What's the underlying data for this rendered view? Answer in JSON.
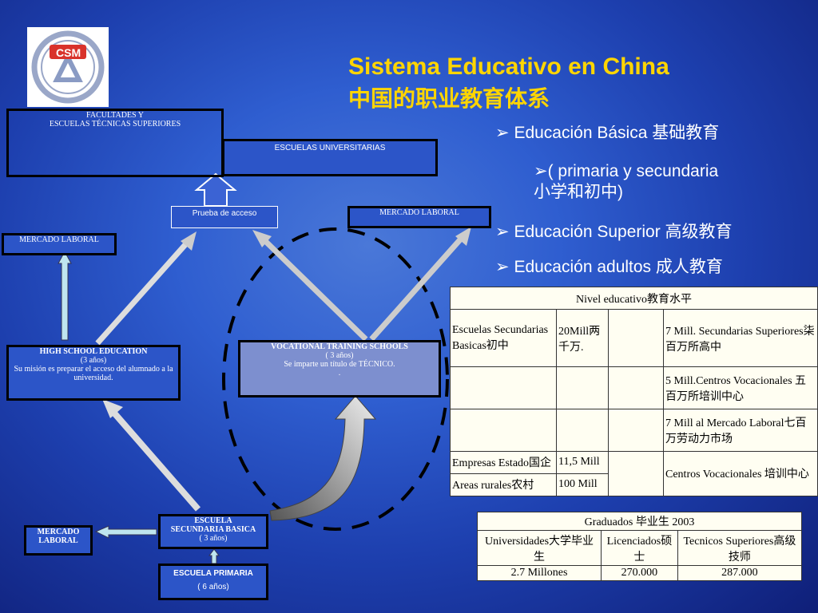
{
  "logo": {
    "text": "CSM"
  },
  "title": {
    "line1": "Sistema Educativo en China",
    "line2": "中国的职业教育体系"
  },
  "bullets": [
    {
      "text": "Educación Básica 基础教育"
    },
    {
      "text": "( primaria y secundaria",
      "text2": "小学和初中)"
    },
    {
      "text": "Educación Superior 高级教育"
    },
    {
      "text": "Educación adultos  成人教育"
    }
  ],
  "diagram": {
    "facultades": "FACULTADES Y",
    "facultades2": "ESCUELAS TÉCNICAS SUPERIORES",
    "universitarias": "ESCUELAS UNIVERSITARIAS",
    "prueba": "Prueba de acceso",
    "mercado_top": "MERCADO LABORAL",
    "mercado_left": "MERCADO LABORAL",
    "high_title": "HIGH SCHOOL EDUCATION",
    "high_years": "(3 años)",
    "high_desc": "Su misión es preparar el acceso del alumnado a la universidad.",
    "voc_title": "VOCATIONAL TRAINING SCHOOLS",
    "voc_years": "( 3 años)",
    "voc_desc": "Se imparte un título de TÉCNICO.",
    "voc_dot": ".",
    "mercado_bottom1": "MERCADO",
    "mercado_bottom2": "LABORAL",
    "sec_title1": "ESCUELA",
    "sec_title2": "SECUNDARIA BASICA",
    "sec_years": "( 3 años)",
    "prim_title": "ESCUELA PRIMARIA",
    "prim_years": "( 6 años)"
  },
  "table1": {
    "header": "Nivel educativo教育水平",
    "rows": [
      [
        "Escuelas Secundarias Basicas初中",
        "20Mill两千万.",
        "",
        "7 Mill. Secundarias Superiores柒百万所高中"
      ],
      [
        "",
        "",
        "",
        "5 Mill.Centros Vocacionales 五百万所培训中心"
      ],
      [
        "",
        "",
        "",
        "7 Mill al Mercado Laboral七百万劳动力市场"
      ],
      [
        "Empresas Estado国企",
        "11,5 Mill",
        "",
        "Centros Vocacionales 培训中心"
      ],
      [
        "Areas rurales农村",
        "100 Mill"
      ]
    ]
  },
  "table2": {
    "header": "Graduados 毕业生 2003",
    "cols": [
      "Universidades大学毕业生",
      "Licenciados硕士",
      "Tecnicos Superiores高级技师"
    ],
    "values": [
      "2.7 Millones",
      "270.000",
      "287.000"
    ]
  }
}
